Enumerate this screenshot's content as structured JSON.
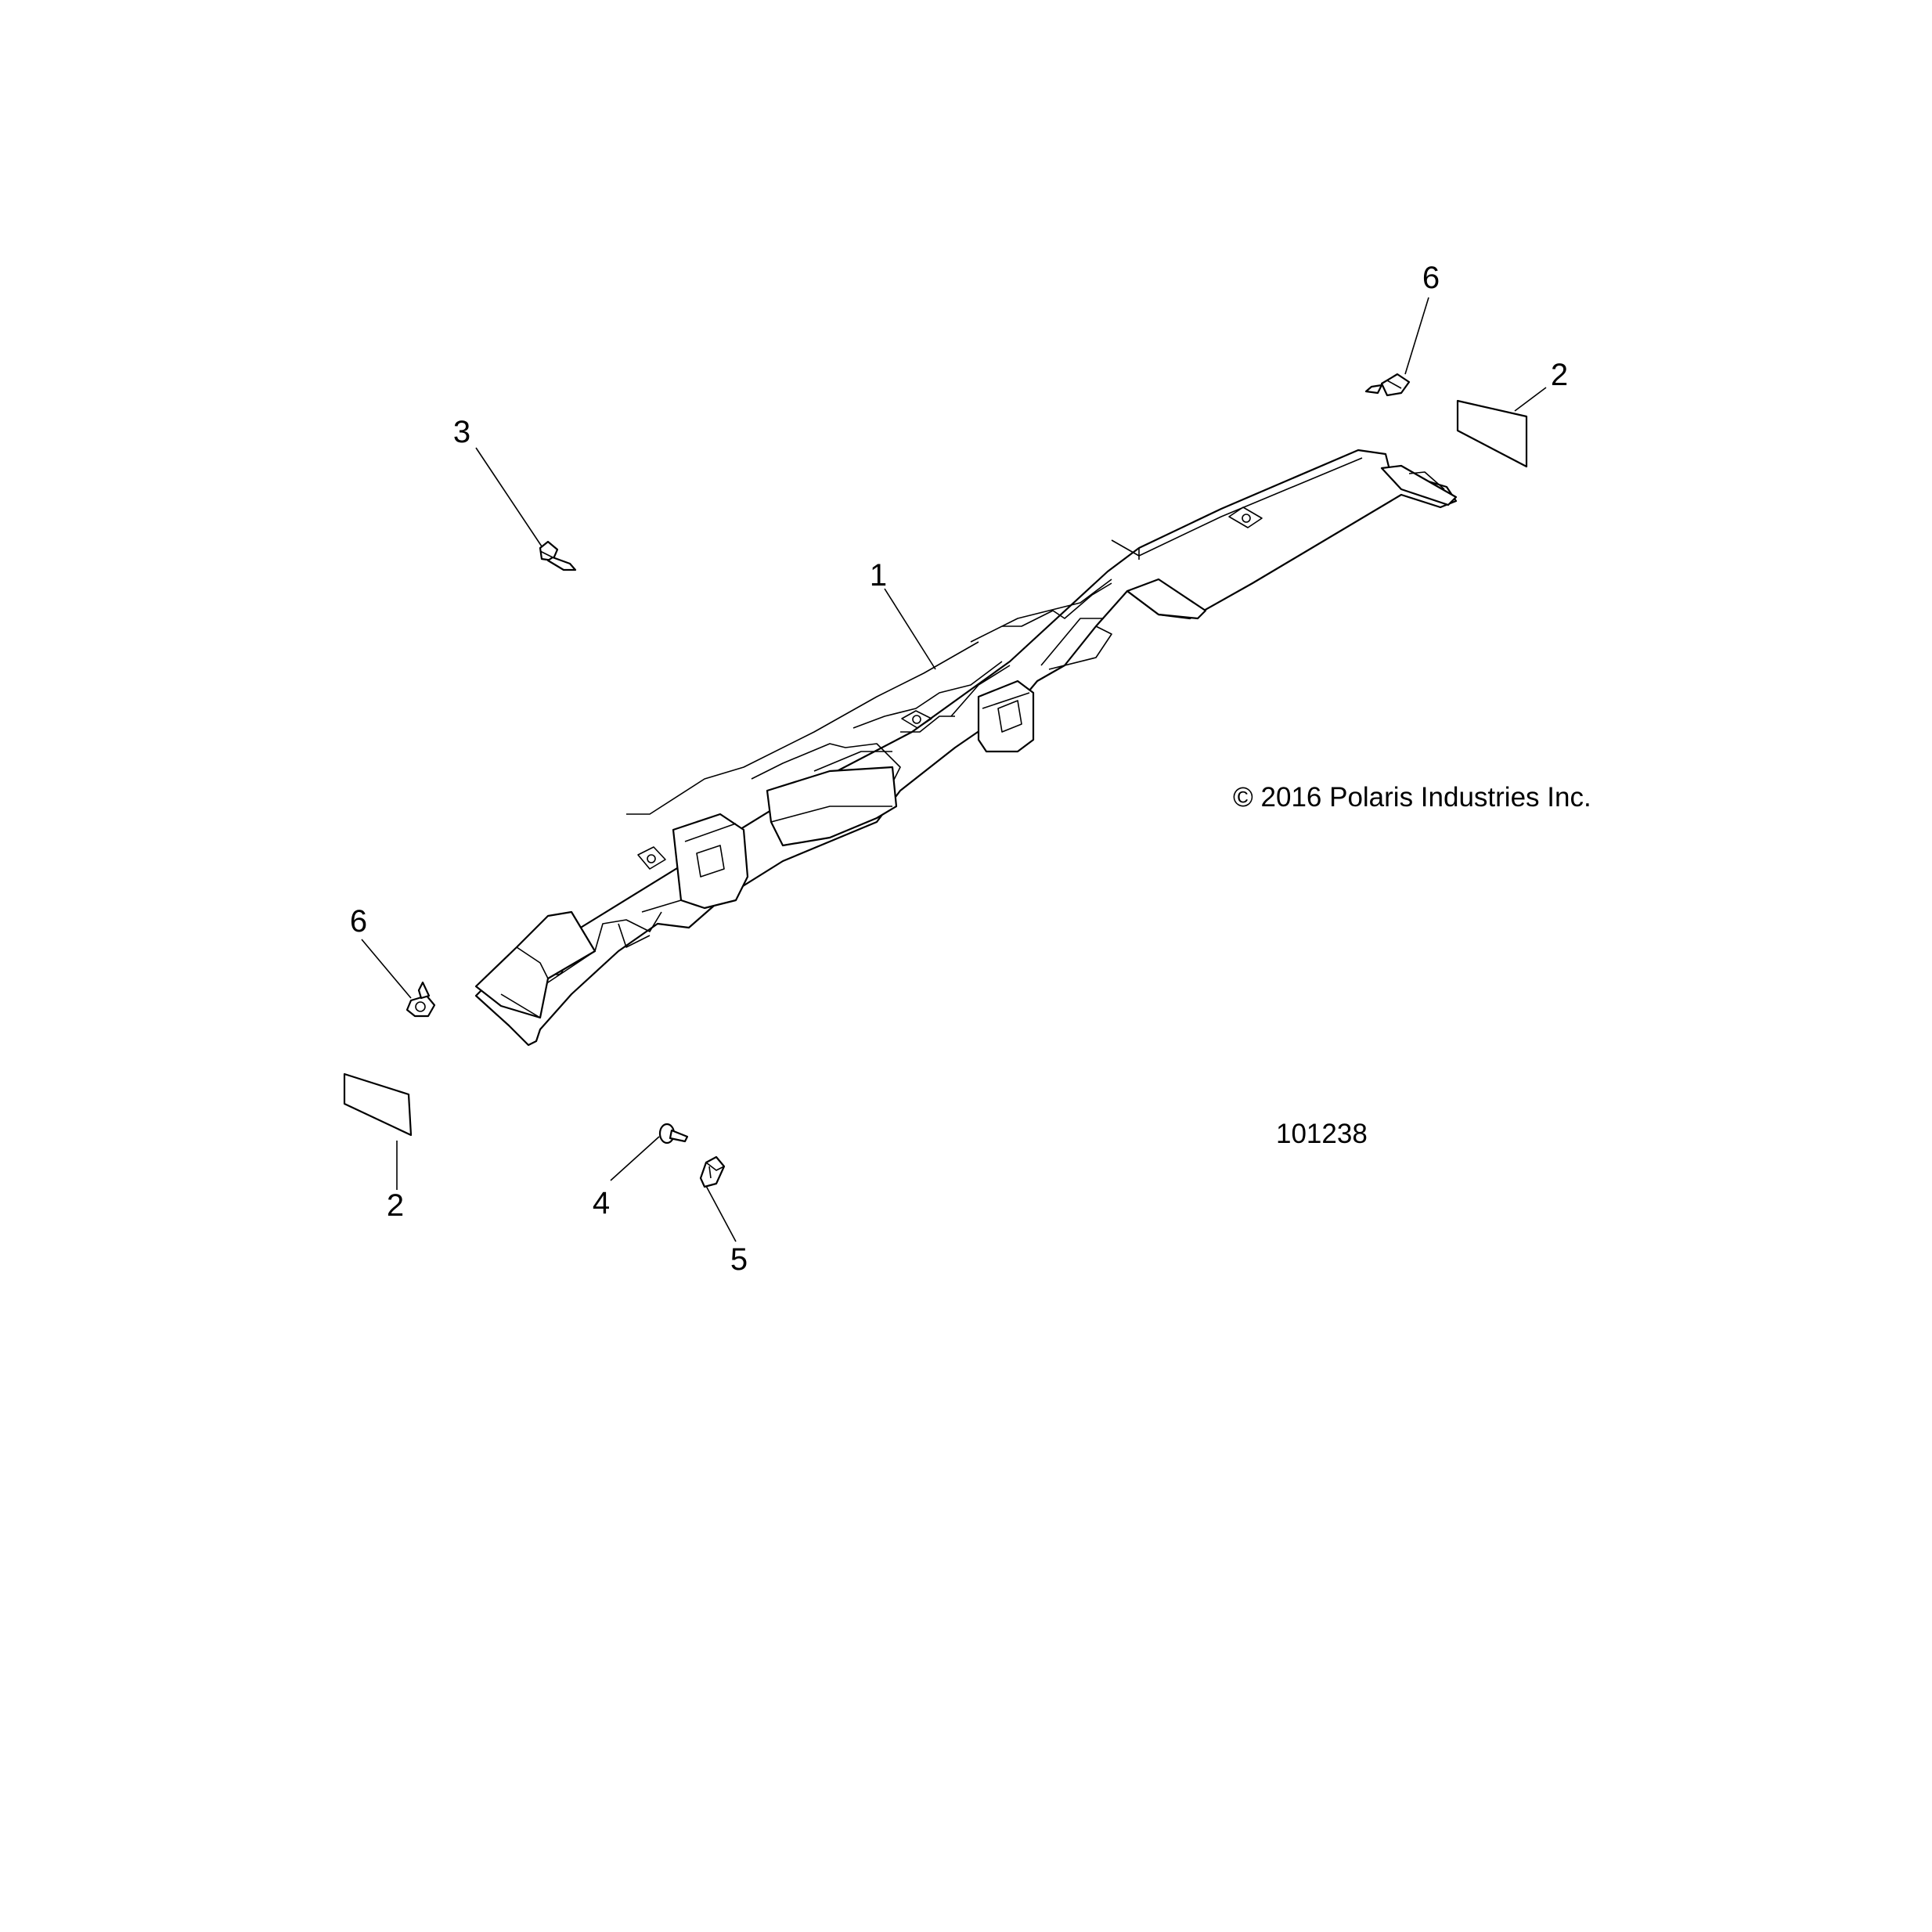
{
  "copyright": "© 2016 Polaris Industries Inc.",
  "figure_number": "101238",
  "callouts": {
    "bumper": "1",
    "label_right": "2",
    "label_left": "2",
    "fastener_3": "3",
    "screw_4": "4",
    "clip_5": "5",
    "rivet_right": "6",
    "rivet_left": "6"
  },
  "colors": {
    "line": "#000000",
    "background": "#ffffff"
  },
  "icons": [
    "bumper-part-drawing",
    "push-rivet-icon",
    "screw-icon",
    "clip-icon",
    "decal-label-icon"
  ]
}
